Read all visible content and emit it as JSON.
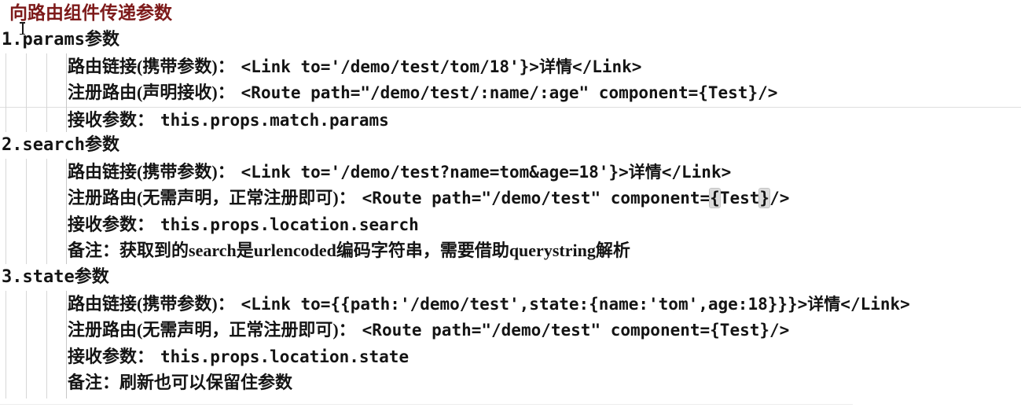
{
  "colors": {
    "title-color": "#7d1a1a",
    "text-color": "#141414",
    "highlight-color": "#dcdcdc",
    "guide-color": "#d6d6d6",
    "rule-color": "#dedede"
  },
  "title": "向路由组件传递参数",
  "sections": [
    {
      "heading": "1.params参数",
      "rows": [
        {
          "label": "路由链接(携带参数)：",
          "code": "<Link to='/demo/test/tom/18'}>详情</Link>"
        },
        {
          "label": "注册路由(声明接收)：",
          "code": "<Route path=\"/demo/test/:name/:age\" component={Test}/>"
        },
        {
          "label": "接收参数：",
          "code": "this.props.match.params"
        }
      ]
    },
    {
      "heading": "2.search参数",
      "rows": [
        {
          "label": "路由链接(携带参数)：",
          "code": "<Link to='/demo/test?name=tom&age=18'}>详情</Link>"
        },
        {
          "label": "注册路由(无需声明，正常注册即可)：",
          "code_pre": "<Route path=\"/demo/test\" component=",
          "brace_open": "{",
          "brace_inner": "Test",
          "brace_close": "}",
          "code_post": "/>"
        },
        {
          "label": "接收参数：",
          "code": "this.props.location.search"
        },
        {
          "label": "备注：",
          "code_mixed": "获取到的search是urlencoded编码字符串，需要借助querystring解析"
        }
      ]
    },
    {
      "heading": "3.state参数",
      "rows": [
        {
          "label": "路由链接(携带参数)：",
          "code": "<Link to={{path:'/demo/test',state:{name:'tom',age:18}}}>详情</Link>"
        },
        {
          "label": "注册路由(无需声明，正常注册即可)：",
          "code": "<Route path=\"/demo/test\" component={Test}/>"
        },
        {
          "label": "接收参数：",
          "code": "this.props.location.state"
        },
        {
          "label": "备注：",
          "code_mixed": "刷新也可以保留住参数"
        }
      ]
    }
  ]
}
